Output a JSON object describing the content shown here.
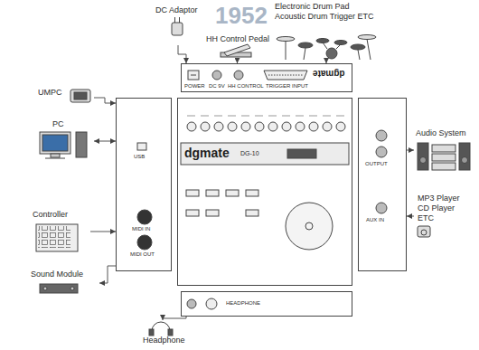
{
  "diagram": {
    "nodes": [
      {
        "text": [
          "DC Adaptor"
        ]
      },
      {
        "text": [
          "HH Control Pedal"
        ]
      },
      {
        "text": [
          "Electronic Drum Pad Acoustic Drum Trigger ETC"
        ]
      },
      {
        "text": [
          "POWER",
          "DC 9V",
          "HH CONTROL",
          "TRIGGER INPUT",
          "dgmate"
        ]
      },
      {
        "text": [
          "UMPC"
        ]
      },
      {
        "text": [
          "PC"
        ]
      },
      {
        "text": [
          "USB",
          "MIDI IN",
          "MIDI OUT"
        ]
      },
      {
        "text": [
          "dgmate",
          "DG-10"
        ]
      },
      {
        "text": [
          "OUTPUT",
          "AUX IN"
        ]
      },
      {
        "text": [
          "Controller"
        ]
      },
      {
        "text": [
          "Sound Module"
        ]
      },
      {
        "text": [
          "Audio System"
        ]
      },
      {
        "text": [
          "MP3 Player CD Player ETC"
        ]
      },
      {
        "text": [
          "HEADPHONE"
        ]
      },
      {
        "text": [
          "Headphone"
        ]
      }
    ],
    "edges": [
      {
        "from": 0,
        "to": 3,
        "arrow": "to"
      },
      {
        "from": 1,
        "to": 3,
        "arrow": "to"
      },
      {
        "from": 2,
        "to": 3,
        "arrow": "to"
      },
      {
        "from": 4,
        "to": 6,
        "arrow": "to"
      },
      {
        "from": 5,
        "to": 6,
        "arrow": "both"
      },
      {
        "from": 9,
        "to": 6,
        "arrow": "to"
      },
      {
        "from": 6,
        "to": 10,
        "arrow": "to"
      },
      {
        "from": 8,
        "to": 11,
        "arrow": "to"
      },
      {
        "from": 12,
        "to": 8,
        "arrow": "to"
      },
      {
        "from": 13,
        "to": 14,
        "arrow": "to"
      }
    ],
    "labels": [
      "1952"
    ]
  }
}
